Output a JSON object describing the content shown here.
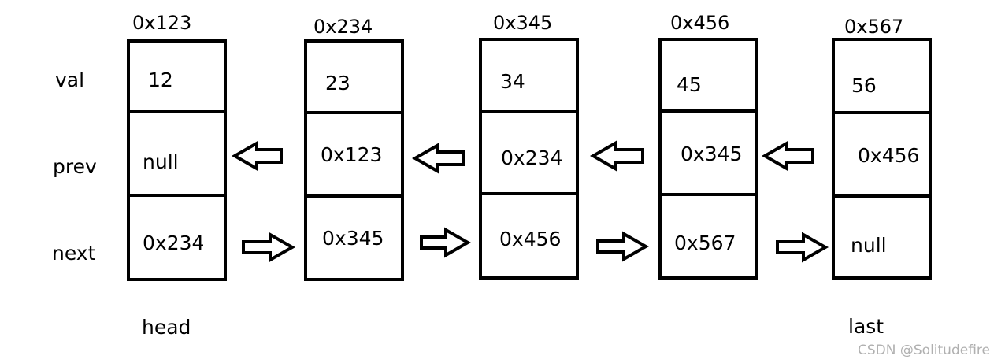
{
  "row_labels": {
    "val": "val",
    "prev": "prev",
    "next": "next"
  },
  "nodes": [
    {
      "address": "0x123",
      "val": "12",
      "prev": "null",
      "next": "0x234"
    },
    {
      "address": "0x234",
      "val": "23",
      "prev": "0x123",
      "next": "0x345"
    },
    {
      "address": "0x345",
      "val": "34",
      "prev": "0x234",
      "next": "0x456"
    },
    {
      "address": "0x456",
      "val": "45",
      "prev": "0x345",
      "next": "0x567"
    },
    {
      "address": "0x567",
      "val": "56",
      "prev": "0x456",
      "next": "null"
    }
  ],
  "head_label": "head",
  "last_label": "last",
  "watermark": "CSDN @Solitudefire",
  "colors": {
    "stroke": "#000000",
    "background": "#ffffff",
    "watermark": "#b0b0b0"
  }
}
